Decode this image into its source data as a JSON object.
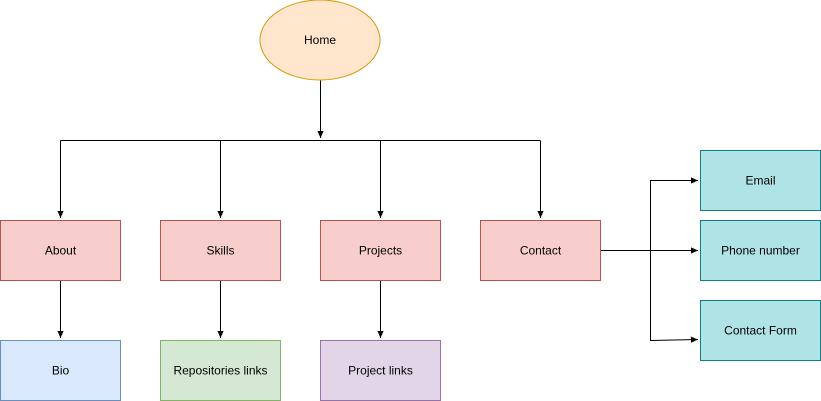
{
  "diagram": {
    "nodes": [
      {
        "id": "home",
        "label": "Home",
        "fill": "#ffe6cc",
        "stroke": "#d79b00"
      },
      {
        "id": "about",
        "label": "About",
        "fill": "#f8cecc",
        "stroke": "#b85450"
      },
      {
        "id": "skills",
        "label": "Skills",
        "fill": "#f8cecc",
        "stroke": "#b85450"
      },
      {
        "id": "projects",
        "label": "Projects",
        "fill": "#f8cecc",
        "stroke": "#b85450"
      },
      {
        "id": "contact",
        "label": "Contact",
        "fill": "#f8cecc",
        "stroke": "#b85450"
      },
      {
        "id": "bio",
        "label": "Bio",
        "fill": "#dae8fc",
        "stroke": "#6c8ebf"
      },
      {
        "id": "repos",
        "label": "Repositories links",
        "fill": "#d5e8d4",
        "stroke": "#82b366"
      },
      {
        "id": "project_links",
        "label": "Project links",
        "fill": "#e1d5e7",
        "stroke": "#9673a6"
      },
      {
        "id": "email",
        "label": "Email",
        "fill": "#b0e3e6",
        "stroke": "#0e8088"
      },
      {
        "id": "phone",
        "label": "Phone number",
        "fill": "#b0e3e6",
        "stroke": "#0e8088"
      },
      {
        "id": "contact_form",
        "label": "Contact Form",
        "fill": "#b0e3e6",
        "stroke": "#0e8088"
      }
    ],
    "edges": [
      {
        "from": "home",
        "to": "about"
      },
      {
        "from": "home",
        "to": "skills"
      },
      {
        "from": "home",
        "to": "projects"
      },
      {
        "from": "home",
        "to": "contact"
      },
      {
        "from": "about",
        "to": "bio"
      },
      {
        "from": "skills",
        "to": "repos"
      },
      {
        "from": "projects",
        "to": "project_links"
      },
      {
        "from": "contact",
        "to": "email"
      },
      {
        "from": "contact",
        "to": "phone"
      },
      {
        "from": "contact",
        "to": "contact_form"
      }
    ],
    "edge_color": "#000000"
  }
}
